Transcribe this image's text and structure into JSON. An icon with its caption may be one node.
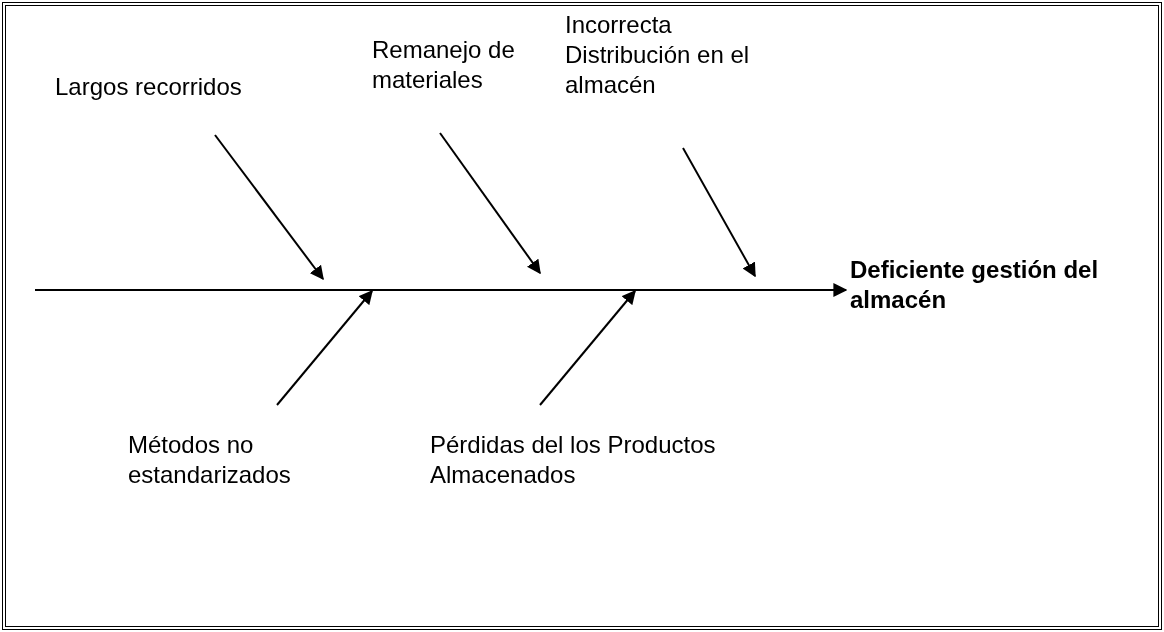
{
  "diagram": {
    "nodes": [
      {
        "text": [
          "Largos recorridos"
        ]
      },
      {
        "text": [
          "Remanejo de materiales"
        ]
      },
      {
        "text": [
          "Incorrecta Distribución en el almacén"
        ]
      },
      {
        "text": [
          "Métodos no estandarizados"
        ]
      },
      {
        "text": [
          "Pérdidas del los Productos Almacenados"
        ]
      },
      {
        "text": [
          "Deficiente gestión del almacén"
        ]
      }
    ],
    "edges": [
      {
        "from": null,
        "to": 5,
        "arrow": "to"
      },
      {
        "from": 0,
        "to": null,
        "arrow": "to"
      },
      {
        "from": 1,
        "to": null,
        "arrow": "to"
      },
      {
        "from": 2,
        "to": null,
        "arrow": "to"
      },
      {
        "from": 3,
        "to": null,
        "arrow": "to"
      },
      {
        "from": 4,
        "to": null,
        "arrow": "to"
      }
    ]
  }
}
